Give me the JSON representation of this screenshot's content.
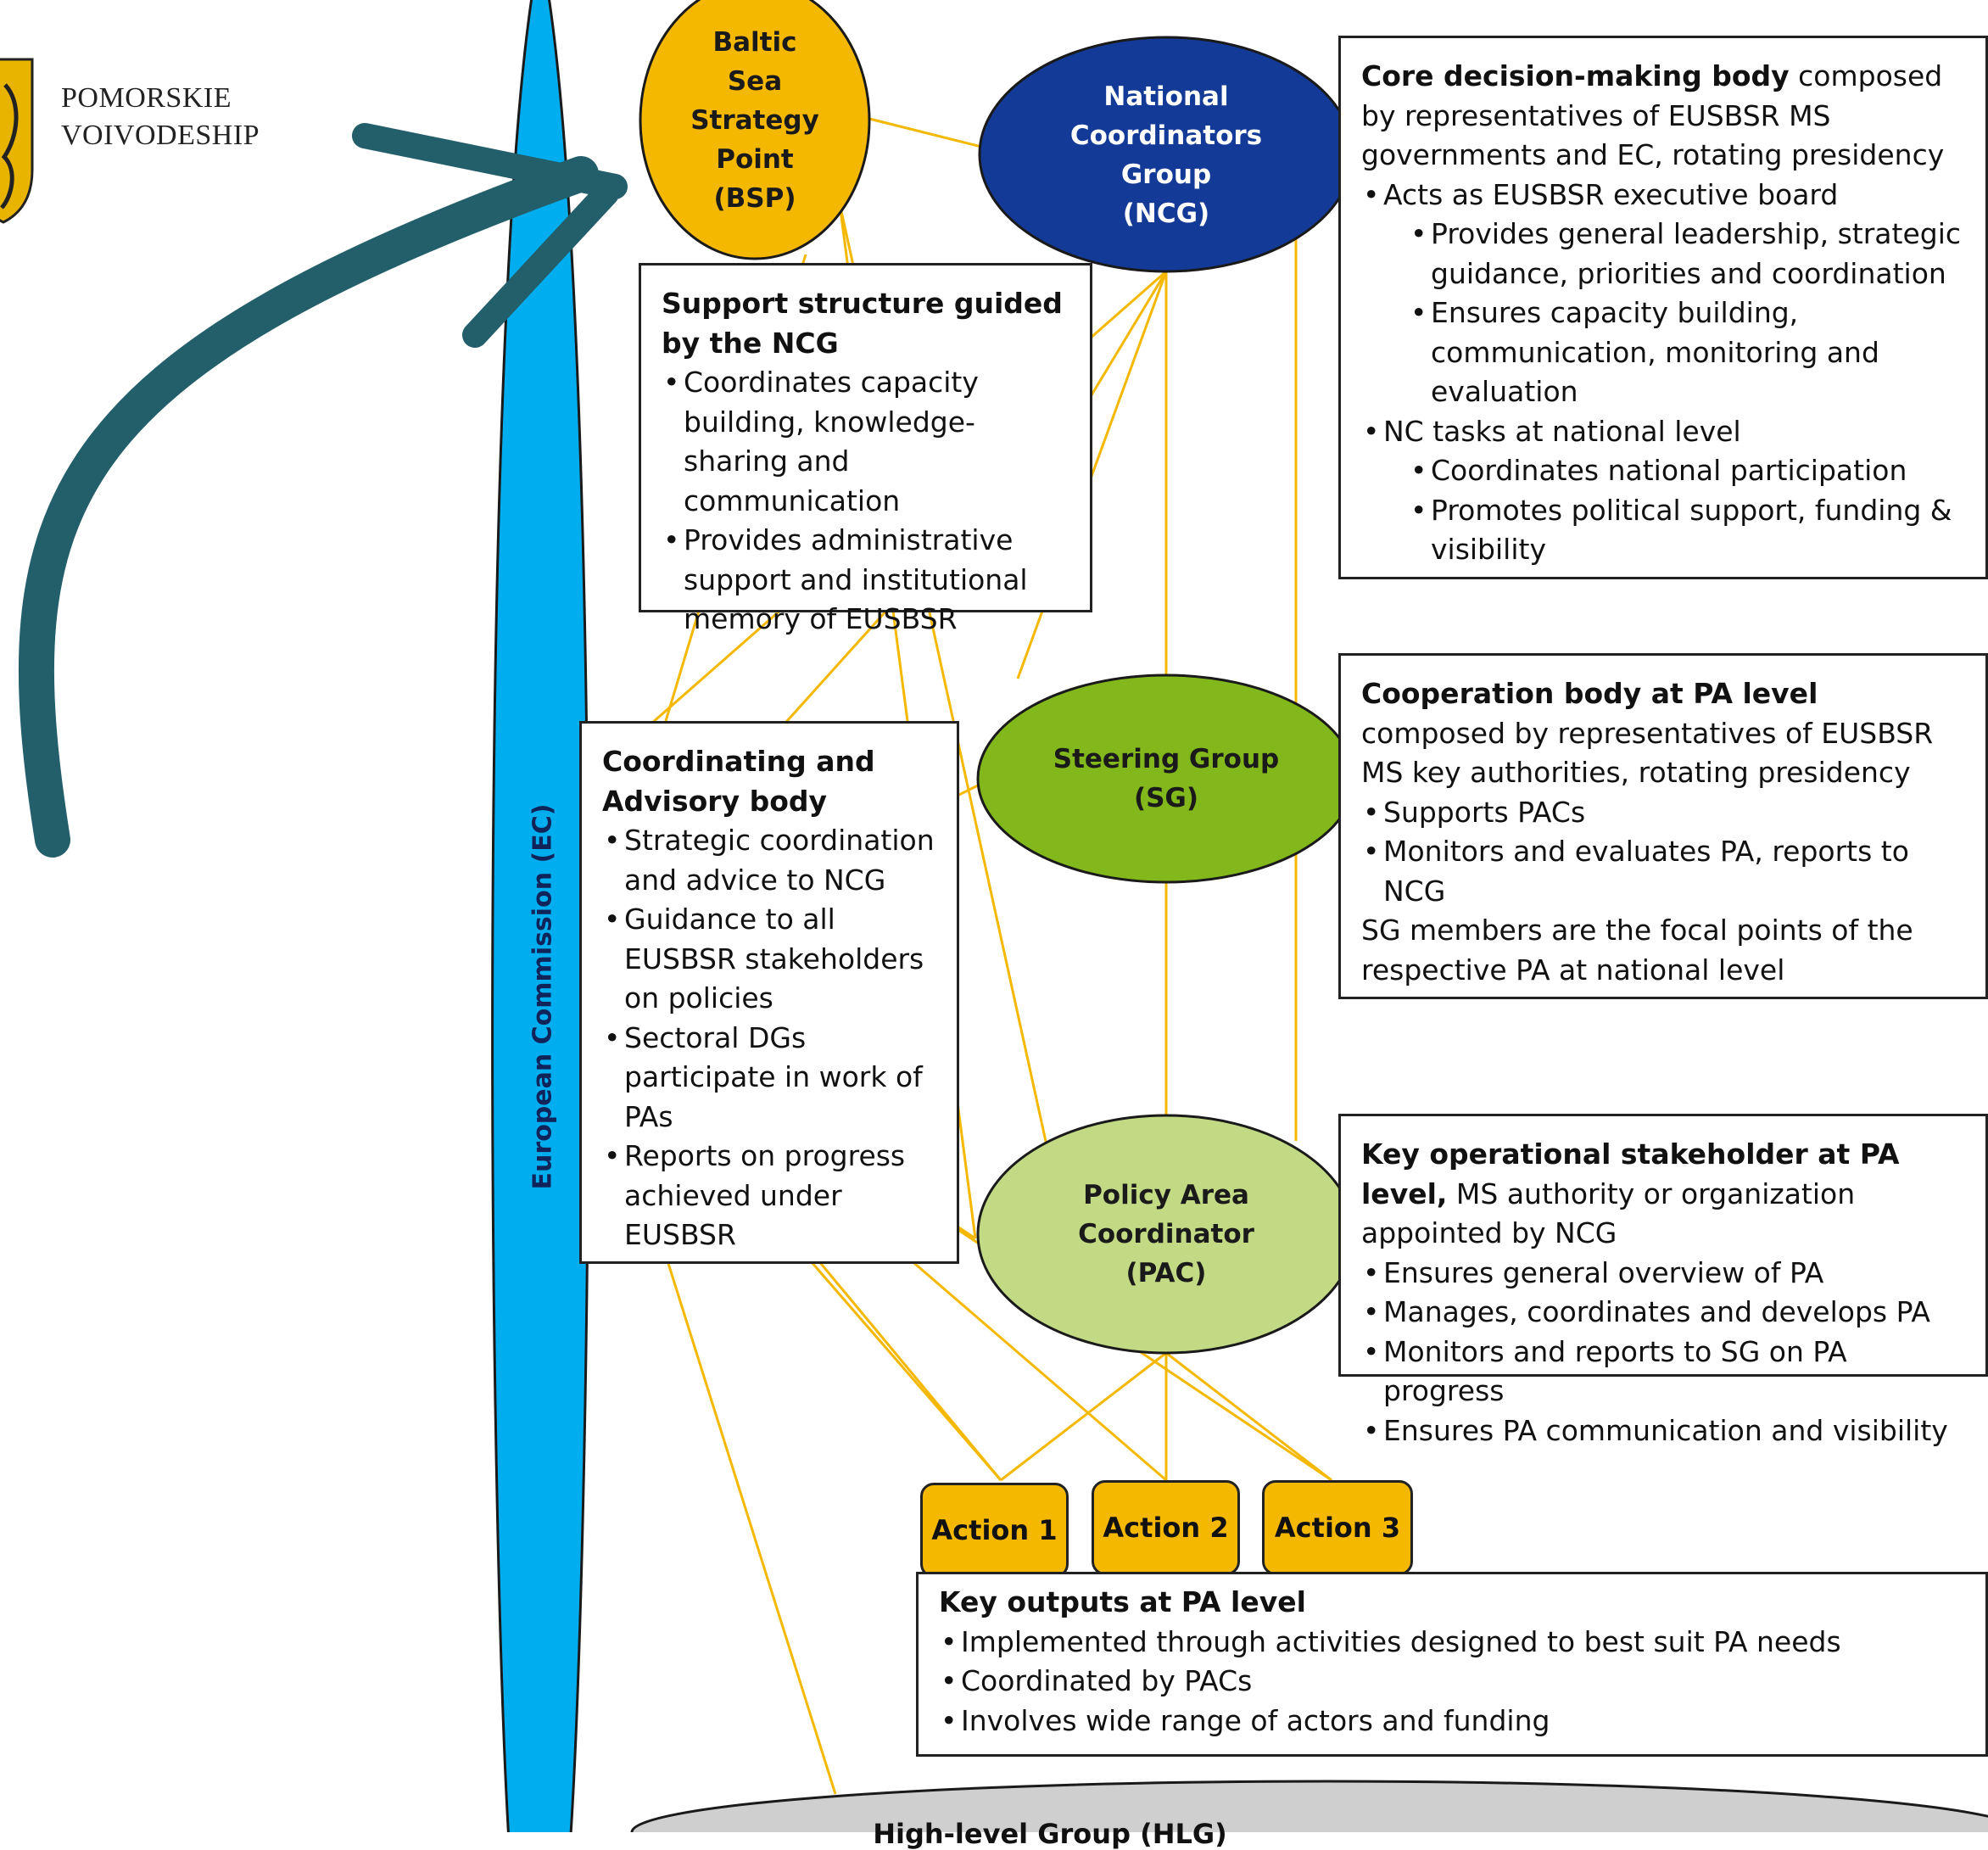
{
  "logo": {
    "line1": "POMORSKIE",
    "line2": "VOIVODESHIP"
  },
  "colors": {
    "connector": "#f5b800",
    "bsp": "#f5b800",
    "ncg": "#123a96",
    "sg": "#82b81b",
    "pac": "#c3da85",
    "ec": "#00aeef",
    "hlg": "#cfcfcf",
    "arrow": "#235f6b"
  },
  "nodes": {
    "bsp": "Baltic\nSea\nStrategy\nPoint\n(BSP)",
    "ncg": "National\nCoordinators\nGroup\n(NCG)",
    "sg": "Steering Group\n(SG)",
    "pac": "Policy Area\nCoordinator\n(PAC)",
    "ec": "European Commission (EC)",
    "hlg": "High-level Group (HLG)"
  },
  "actions": [
    "Action 1",
    "Action 2",
    "Action 3"
  ],
  "boxes": {
    "ncg_desc": {
      "title": "Core decision-making body",
      "intro": " composed by representatives of EUSBSR MS governments and EC, rotating presidency",
      "items": [
        {
          "text": "Acts as EUSBSR executive board",
          "sub": false
        },
        {
          "text": "Provides general leadership, strategic guidance, priorities and coordination",
          "sub": true
        },
        {
          "text": "Ensures capacity building, communication, monitoring and evaluation",
          "sub": true
        },
        {
          "text": "NC tasks at national level",
          "sub": false
        },
        {
          "text": "Coordinates national participation",
          "sub": true
        },
        {
          "text": "Promotes political support, funding & visibility",
          "sub": true
        }
      ]
    },
    "bsp_desc": {
      "title": "Support structure guided by the NCG",
      "items": [
        {
          "text": "Coordinates capacity building, knowledge-sharing and communication"
        },
        {
          "text": "Provides administrative support and institutional memory of EUSBSR"
        }
      ]
    },
    "ec_desc": {
      "title": "Coordinating and Advisory body",
      "items": [
        {
          "text": "Strategic coordination and advice to NCG"
        },
        {
          "text": "Guidance to all EUSBSR stakeholders on policies"
        },
        {
          "text": "Sectoral DGs participate in work of PAs"
        },
        {
          "text": "Reports on progress achieved under EUSBSR"
        }
      ]
    },
    "sg_desc": {
      "title": "Cooperation body at PA level",
      "intro": " composed by representatives of EUSBSR MS key authorities, rotating presidency",
      "items": [
        {
          "text": "Supports PACs"
        },
        {
          "text": "Monitors and evaluates PA, reports to NCG"
        }
      ],
      "outro": "SG members are the focal points of the respective PA at national level"
    },
    "pac_desc": {
      "title": "Key operational stakeholder at PA level,",
      "intro": " MS authority or organization appointed by NCG",
      "items": [
        {
          "text": "Ensures general overview of PA"
        },
        {
          "text": "Manages, coordinates and develops PA"
        },
        {
          "text": "Monitors and reports to SG on PA progress"
        },
        {
          "text": "Ensures PA communication and visibility"
        }
      ]
    },
    "outputs": {
      "title": "Key outputs at PA level",
      "items": [
        {
          "text": "Implemented through activities designed to best suit PA needs"
        },
        {
          "text": "Coordinated by PACs"
        },
        {
          "text": "Involves wide range of actors and funding"
        }
      ]
    }
  }
}
